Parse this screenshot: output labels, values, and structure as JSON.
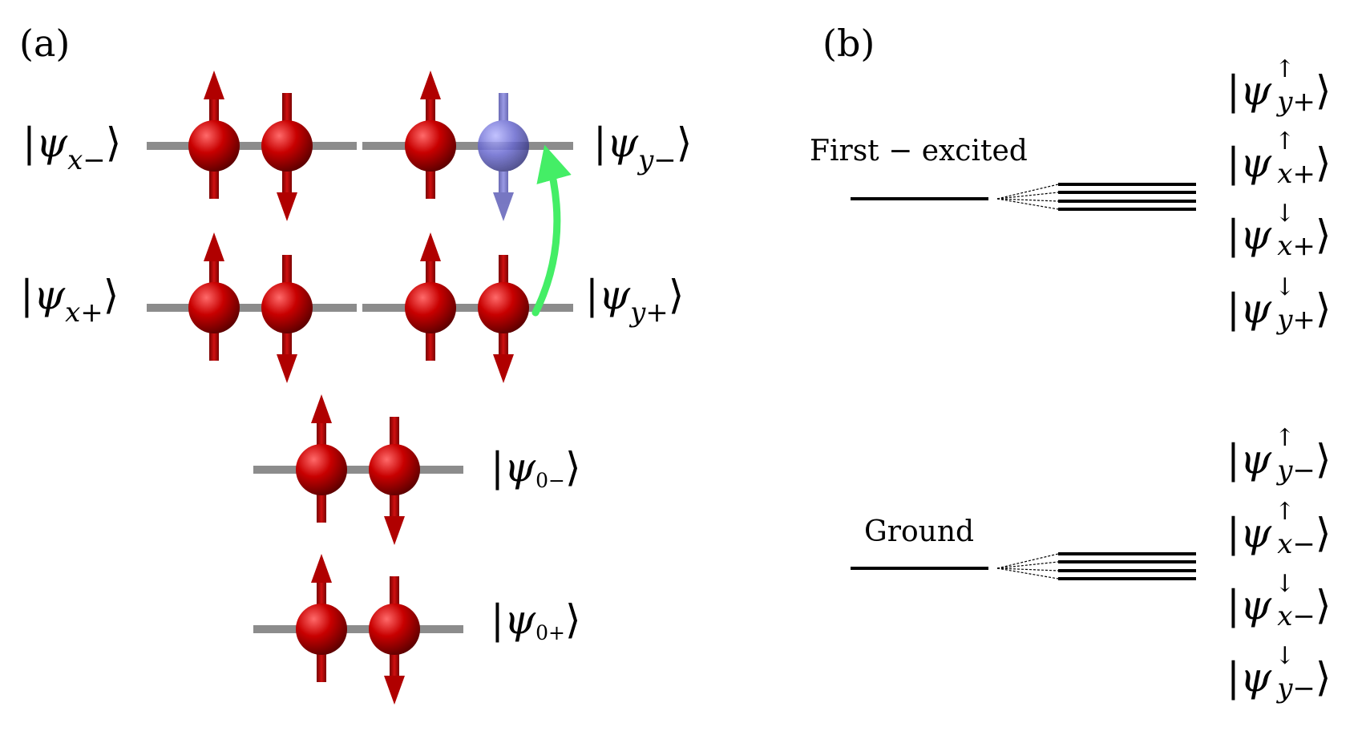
{
  "panels": {
    "a": {
      "label": "(a)"
    },
    "b": {
      "label": "(b)"
    }
  },
  "panel_a_states": [
    {
      "id": "x-minus",
      "psi": "ψ",
      "sub": "x−",
      "spin_up_color": "#b30000",
      "spin_down_color": "#b30000"
    },
    {
      "id": "y-minus",
      "psi": "ψ",
      "sub": "y−",
      "note": "down spin shown in blue (flipped)"
    },
    {
      "id": "x-plus",
      "psi": "ψ",
      "sub": "x+"
    },
    {
      "id": "y-plus",
      "psi": "ψ",
      "sub": "y+"
    },
    {
      "id": "0-minus",
      "psi": "ψ",
      "sub": "0−"
    },
    {
      "id": "0-plus",
      "psi": "ψ",
      "sub": "0+"
    }
  ],
  "panel_b": {
    "first_excited_label": "First − excited",
    "ground_label": "Ground",
    "first_excited_states": [
      {
        "psi": "ψ",
        "sup": "↑",
        "sub": "y+"
      },
      {
        "psi": "ψ",
        "sup": "↑",
        "sub": "x+"
      },
      {
        "psi": "ψ",
        "sup": "↓",
        "sub": "x+"
      },
      {
        "psi": "ψ",
        "sup": "↓",
        "sub": "y+"
      }
    ],
    "ground_states": [
      {
        "psi": "ψ",
        "sup": "↑",
        "sub": "y−"
      },
      {
        "psi": "ψ",
        "sup": "↑",
        "sub": "x−"
      },
      {
        "psi": "ψ",
        "sup": "↓",
        "sub": "x−"
      },
      {
        "psi": "ψ",
        "sup": "↓",
        "sub": "y−"
      }
    ]
  },
  "colors": {
    "spin_red": "#b30000",
    "spin_red_light": "#ff4040",
    "spin_blue": "#6c6cc8",
    "transition_arrow": "#44ee66",
    "orbital_line": "#8c8c8c"
  }
}
